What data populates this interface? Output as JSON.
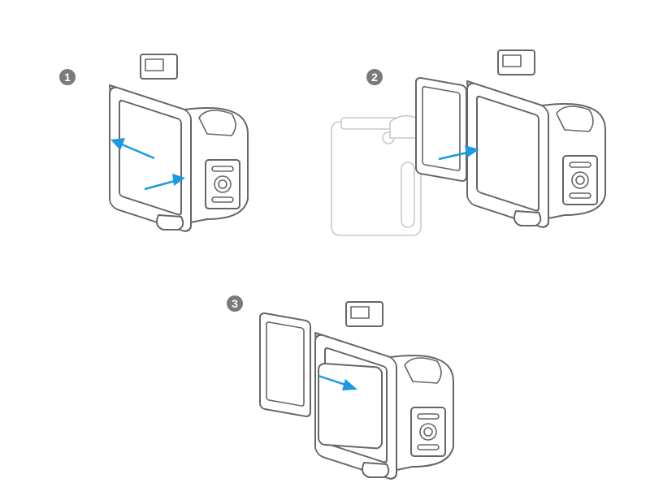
{
  "steps": [
    {
      "number": "1"
    },
    {
      "number": "2"
    },
    {
      "number": "3"
    }
  ],
  "colors": {
    "arrow": "#1a9ae0",
    "badge": "#7a7a7a",
    "line": "#666666"
  }
}
